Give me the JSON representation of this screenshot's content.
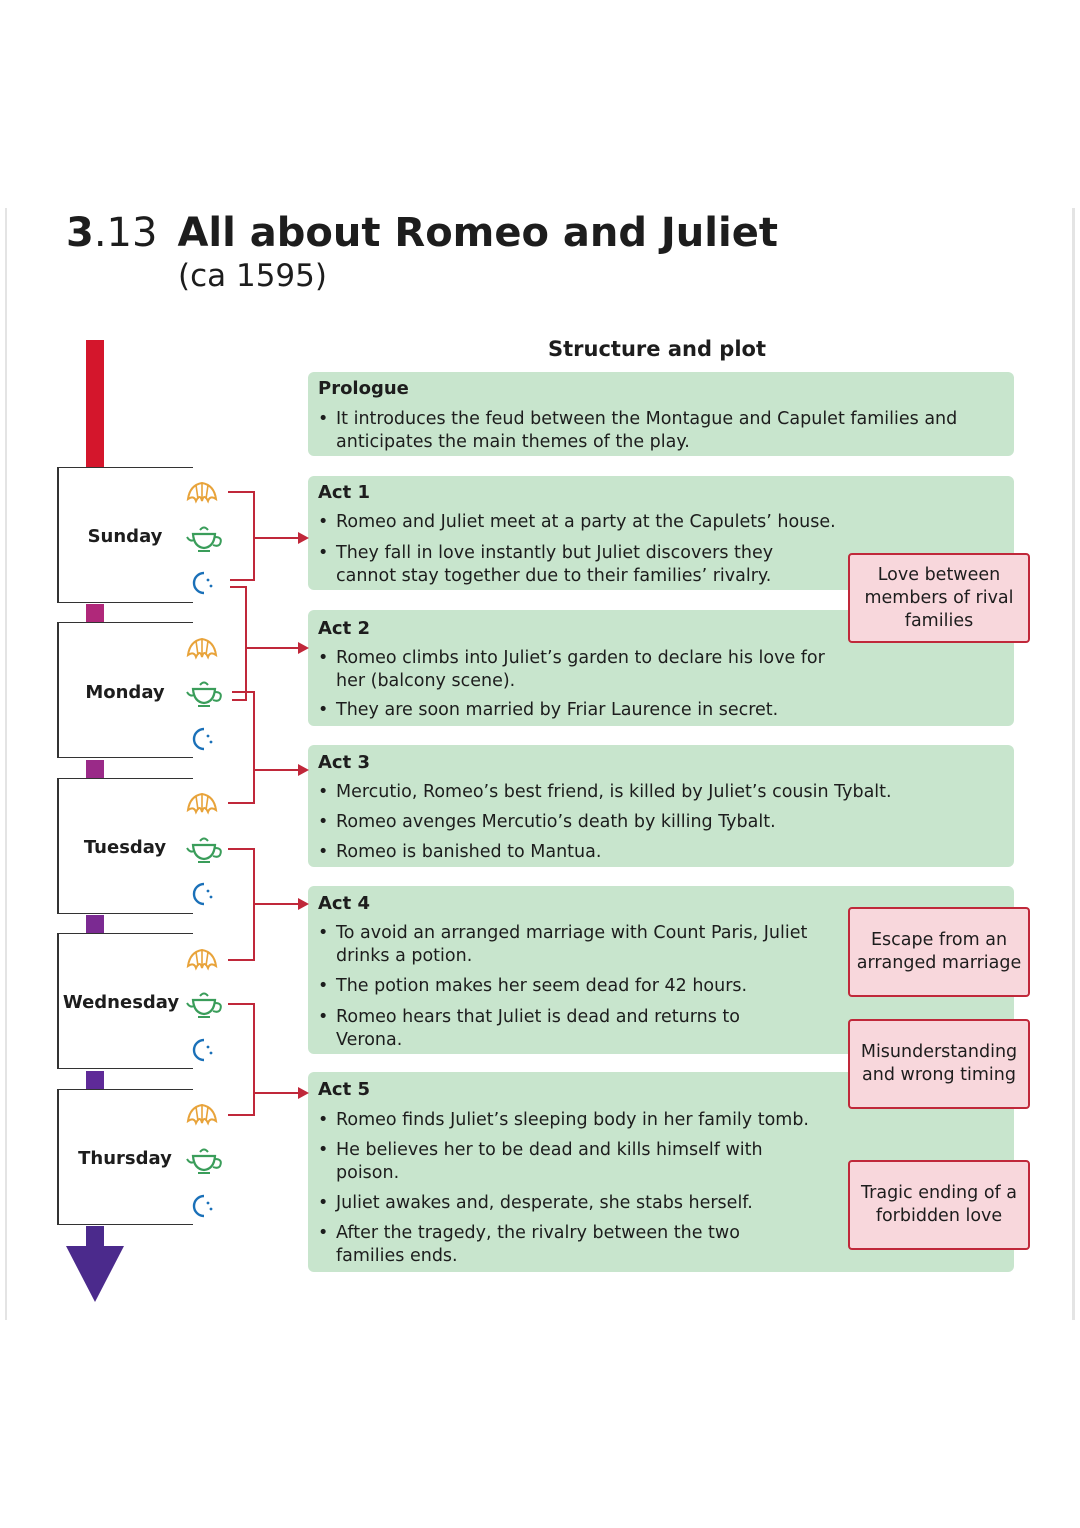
{
  "title": {
    "number_a": "3",
    "number_b": ".13",
    "text": "All about Romeo and Juliet",
    "date": "(ca 1595)"
  },
  "section_heading": "Structure and plot",
  "days": [
    "Sunday",
    "Monday",
    "Tuesday",
    "Wednesday",
    "Thursday"
  ],
  "acts": {
    "prologue": {
      "title": "Prologue",
      "bullets": [
        "It introduces the feud between the Montague and Capulet families and anticipates the main themes of the play."
      ]
    },
    "act1": {
      "title": "Act 1",
      "bullets": [
        "Romeo and Juliet meet at a party at the Capulets’ house.",
        "They fall in love instantly but Juliet discovers they cannot stay together due to their families’ rivalry."
      ]
    },
    "act2": {
      "title": "Act 2",
      "bullets": [
        "Romeo climbs into Juliet’s garden to declare his love for her (balcony scene).",
        "They are soon married by Friar Laurence in secret."
      ]
    },
    "act3": {
      "title": "Act 3",
      "bullets": [
        "Mercutio, Romeo’s best friend, is killed by Juliet’s cousin Tybalt.",
        "Romeo avenges Mercutio’s death by killing Tybalt.",
        "Romeo is banished to Mantua."
      ]
    },
    "act4": {
      "title": "Act 4",
      "bullets": [
        "To avoid an arranged marriage with Count Paris, Juliet drinks a potion.",
        "The potion makes her seem dead for 42 hours.",
        "Romeo hears that Juliet is dead and returns to Verona."
      ]
    },
    "act5": {
      "title": "Act 5",
      "bullets": [
        "Romeo finds Juliet’s sleeping body in her family tomb.",
        "He believes her to be dead and kills himself with poison.",
        "Juliet awakes and, desperate, she stabs herself.",
        "After the tragedy, the rivalry between the two families ends."
      ]
    }
  },
  "themes": [
    "Love between members of rival families",
    "Escape from an arranged marriage",
    "Misunderstanding and wrong timing",
    "Tragic ending of a forbidden love"
  ],
  "colors": {
    "box_green": "#c8e5cd",
    "theme_pink": "#f8d7dc",
    "accent_red": "#c0283a",
    "arrow_purple": "#4b2a8c",
    "bar_red": "#d4162c",
    "icon_yellow": "#e8a33a",
    "icon_green": "#3a9d5a",
    "icon_blue": "#1a70b8"
  },
  "icons": [
    "croissant-icon",
    "teacup-icon",
    "moon-icon"
  ]
}
